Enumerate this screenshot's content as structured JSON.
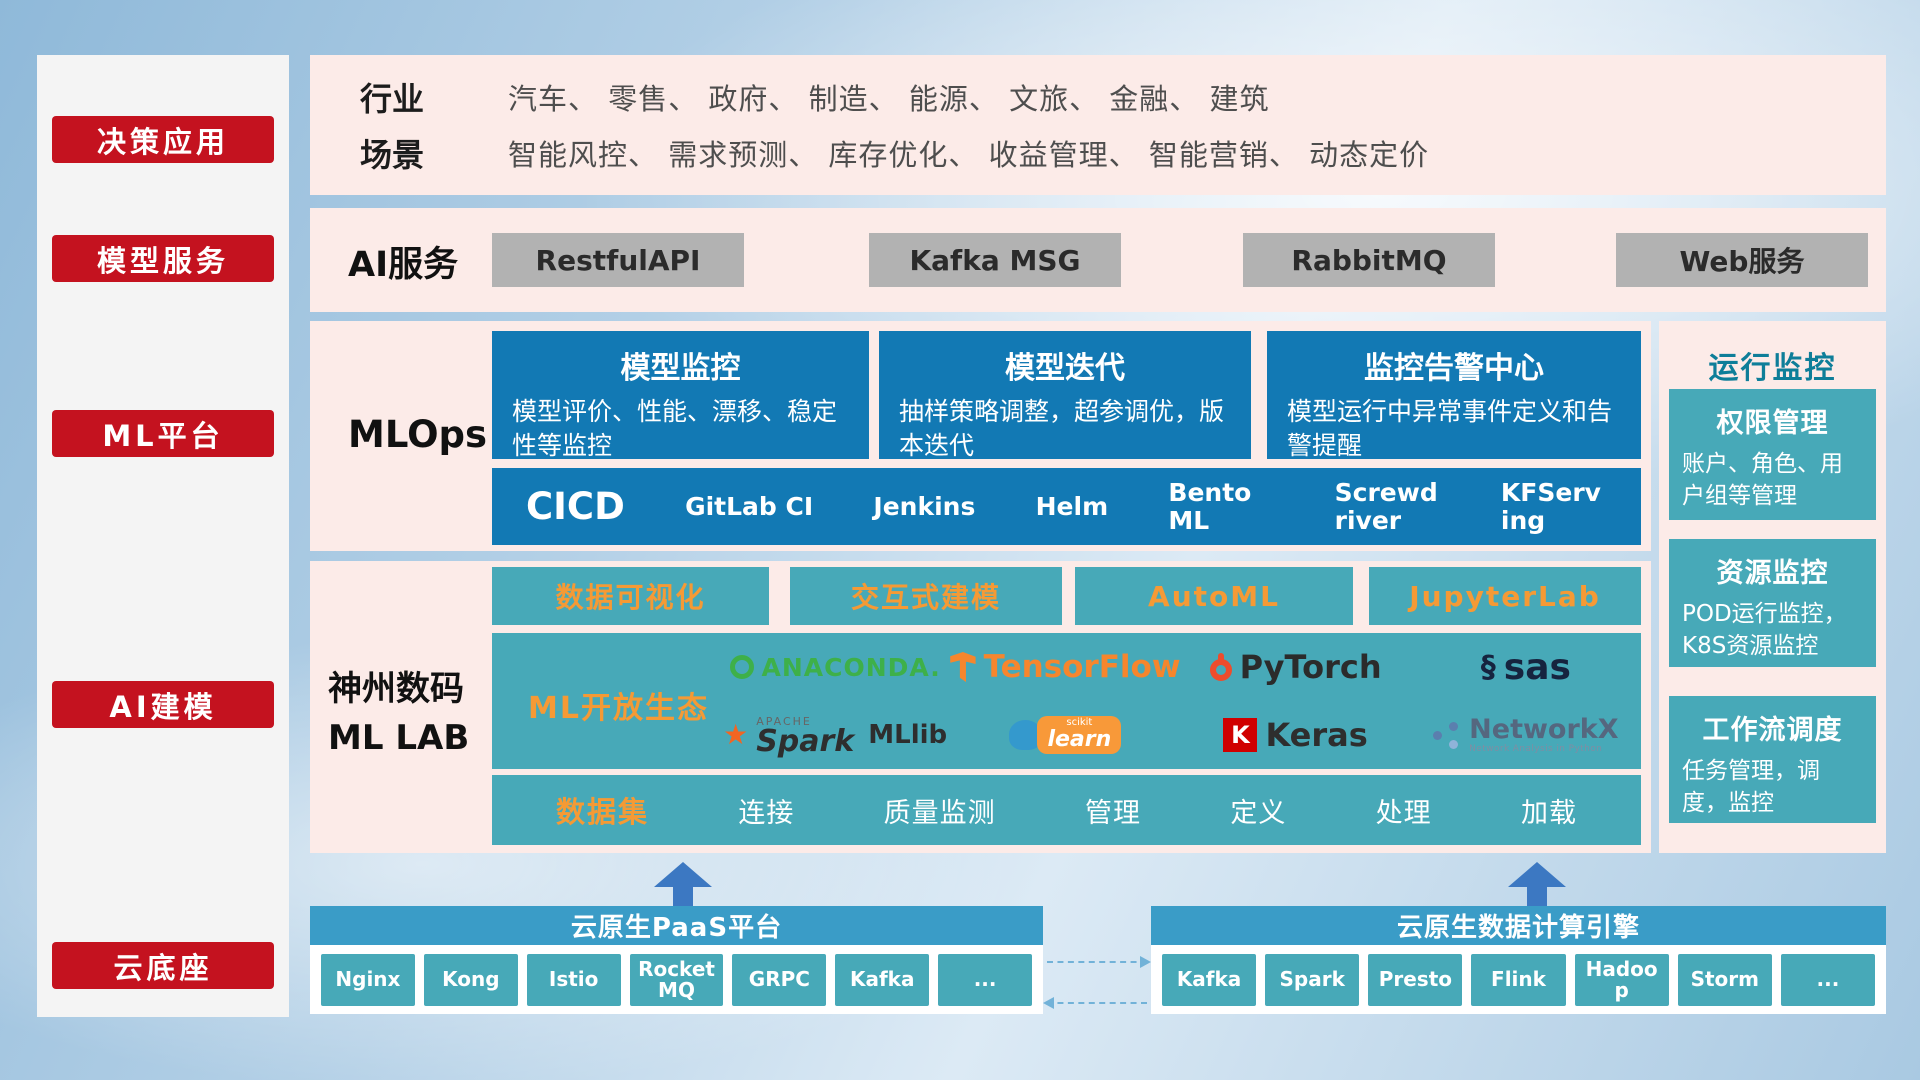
{
  "sidebar": {
    "items": [
      {
        "label": "决策应用"
      },
      {
        "label": "模型服务"
      },
      {
        "label": "ML平台"
      },
      {
        "label": "AI建模"
      },
      {
        "label": "云底座"
      }
    ]
  },
  "industry": {
    "rows": [
      {
        "label": "行业",
        "value": "汽车、 零售、 政府、 制造、 能源、 文旅、 金融、 建筑"
      },
      {
        "label": "场景",
        "value": "智能风控、 需求预测、 库存优化、 收益管理、 智能营销、 动态定价"
      }
    ]
  },
  "ai_service": {
    "label": "AI服务",
    "buttons": [
      {
        "label": "RestfulAPI"
      },
      {
        "label": "Kafka MSG"
      },
      {
        "label": "RabbitMQ"
      },
      {
        "label": "Web服务"
      }
    ]
  },
  "mlops": {
    "label": "MLOps",
    "cards": [
      {
        "title": "模型监控",
        "desc": "模型评价、性能、漂移、稳定性等监控"
      },
      {
        "title": "模型迭代",
        "desc": "抽样策略调整，超参调优，版本迭代"
      },
      {
        "title": "监控告警中心",
        "desc": "模型运行中异常事件定义和告警提醒"
      }
    ],
    "cicd": {
      "title": "CICD",
      "items": [
        {
          "label": "GitLab CI"
        },
        {
          "label": "Jenkins"
        },
        {
          "label": "Helm"
        },
        {
          "label": "BentoML"
        },
        {
          "label": "Screwdriver"
        },
        {
          "label": "KFServing"
        }
      ]
    }
  },
  "mllab": {
    "label_line1": "神州数码",
    "label_line2": "ML LAB",
    "tools": [
      {
        "label": "数据可视化"
      },
      {
        "label": "交互式建模"
      },
      {
        "label": "AutoML"
      },
      {
        "label": "JupyterLab"
      }
    ],
    "ecosystem_label": "ML开放生态",
    "logos": {
      "anaconda": "ANACONDA.",
      "tensorflow": "TensorFlow",
      "pytorch": "PyTorch",
      "sas": "sas",
      "spark_small": "APACHE",
      "spark": "Spark",
      "mllib": "MLlib",
      "scikit_top": "scikit",
      "scikit": "learn",
      "keras_k": "K",
      "keras": "Keras",
      "networkx": "NetworkX",
      "networkx_sub": "Network Analysis in Python"
    },
    "dataset": {
      "label": "数据集",
      "items": [
        {
          "label": "连接"
        },
        {
          "label": "质量监测"
        },
        {
          "label": "管理"
        },
        {
          "label": "定义"
        },
        {
          "label": "处理"
        },
        {
          "label": "加载"
        }
      ]
    }
  },
  "monitor": {
    "title": "运行监控",
    "cards": [
      {
        "title": "权限管理",
        "desc": "账户、角色、用户组等管理"
      },
      {
        "title": "资源监控",
        "desc": "POD运行监控，K8S资源监控"
      },
      {
        "title": "工作流调度",
        "desc": "任务管理，调度，监控"
      }
    ]
  },
  "foundation": {
    "paas": {
      "title": "云原生PaaS平台",
      "items": [
        {
          "label": "Nginx"
        },
        {
          "label": "Kong"
        },
        {
          "label": "Istio"
        },
        {
          "label": "RocketMQ"
        },
        {
          "label": "GRPC"
        },
        {
          "label": "Kafka"
        },
        {
          "label": "..."
        }
      ]
    },
    "engine": {
      "title": "云原生数据计算引擎",
      "items": [
        {
          "label": "Kafka"
        },
        {
          "label": "Spark"
        },
        {
          "label": "Presto"
        },
        {
          "label": "Flink"
        },
        {
          "label": "Hadoop"
        },
        {
          "label": "Storm"
        },
        {
          "label": "..."
        }
      ]
    }
  },
  "colors": {
    "red": "#c4121f",
    "blue_card": "#1279b4",
    "teal": "#47a9b8",
    "orange": "#f59a35",
    "pink_panel": "#fcebe8",
    "gray_button": "#b2b2b2",
    "bar_blue": "#3a9cc7",
    "arrow_blue": "#3c78c2"
  }
}
